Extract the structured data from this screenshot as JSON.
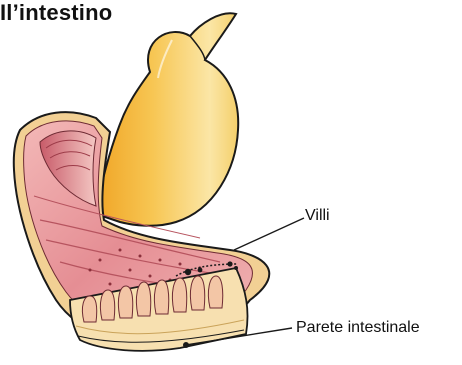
{
  "title": "Il’intestino",
  "labels": {
    "villi": "Villi",
    "parete": "Parete intestinale"
  },
  "colors": {
    "tube_fill": "#f6c44e",
    "tube_outline": "#1a1a1a",
    "mucosa": "#e8a3a5",
    "mucosa_dark": "#d77a80",
    "wall": "#f3d59a",
    "villi_fill": "#f7d1a8"
  }
}
